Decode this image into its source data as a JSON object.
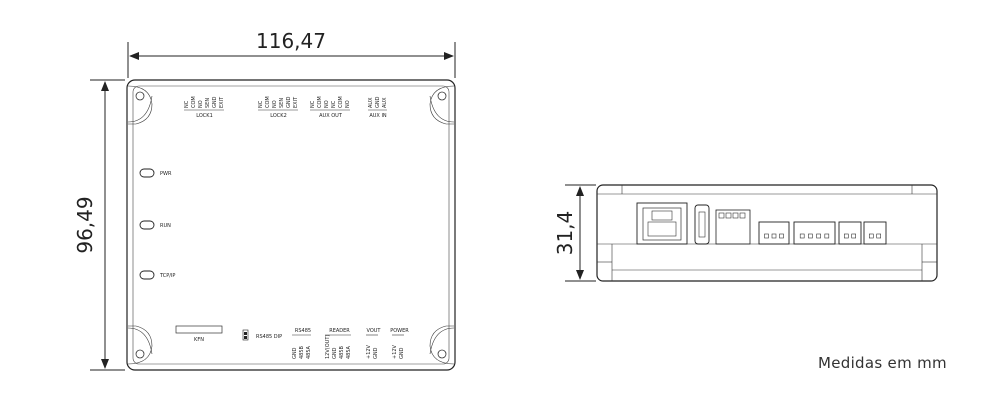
{
  "dimensions": {
    "width": "116,47",
    "height": "96,49",
    "depth": "31,4"
  },
  "caption": "Medidas em mm",
  "leds": [
    "PWR",
    "RUN",
    "TCP/IP"
  ],
  "top_connectors": [
    {
      "name": "LOCK1",
      "pins": [
        "NC",
        "COM",
        "NO",
        "SEN",
        "GND",
        "EXIT"
      ]
    },
    {
      "name": "LOCK2",
      "pins": [
        "NC",
        "COM",
        "NO",
        "SEN",
        "GND",
        "EXIT"
      ]
    },
    {
      "name": "AUX OUT",
      "pins": [
        "NC",
        "COM",
        "NO",
        "NC",
        "COM",
        "NO"
      ]
    },
    {
      "name": "AUX IN",
      "pins": [
        "AUX",
        "GND",
        "AUX"
      ]
    }
  ],
  "bottom_connectors": [
    {
      "name": "RS485",
      "pins": [
        "GND",
        "485B",
        "485A"
      ]
    },
    {
      "name": "READER",
      "pins": [
        "12V(OUT)",
        "GND",
        "485B",
        "485A"
      ]
    },
    {
      "name": "VOUT",
      "pins": [
        "+12V",
        "GND"
      ]
    },
    {
      "name": "POWER",
      "pins": [
        "+12V",
        "GND"
      ]
    }
  ],
  "dip_label": "RS485 DIP",
  "kfn_label": "KFN"
}
